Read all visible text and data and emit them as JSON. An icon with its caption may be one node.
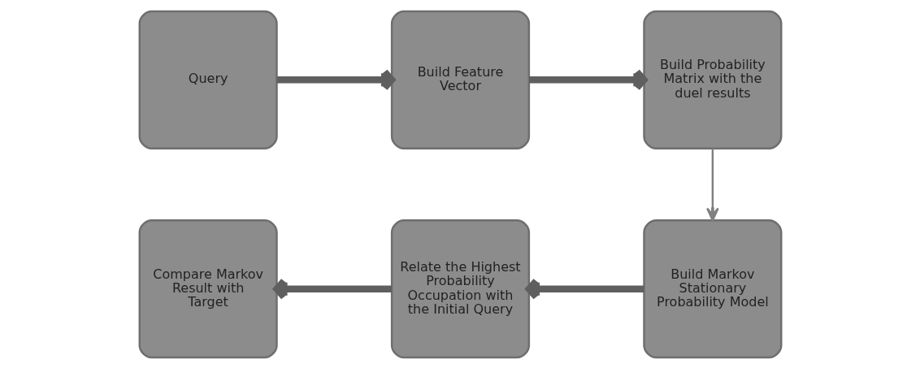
{
  "diagram": {
    "nodes": [
      {
        "text": [
          "Query"
        ]
      },
      {
        "text": [
          "Build Feature Vector"
        ]
      },
      {
        "text": [
          "Build Probability Matrix with the duel results"
        ]
      },
      {
        "text": [
          "Build Markov Stationary Probability Model"
        ]
      },
      {
        "text": [
          "Relate the Highest Probability Occupation with the Initial Query"
        ]
      },
      {
        "text": [
          "Compare Markov Result with Target"
        ]
      }
    ],
    "edges": [
      {
        "from": 0,
        "to": 1,
        "arrow": "to"
      },
      {
        "from": 1,
        "to": 2,
        "arrow": "to"
      },
      {
        "from": 2,
        "to": 3,
        "arrow": "to",
        "color": "#808080"
      },
      {
        "from": 3,
        "to": 4,
        "arrow": "to"
      },
      {
        "from": 4,
        "to": 5,
        "arrow": "to"
      }
    ]
  }
}
